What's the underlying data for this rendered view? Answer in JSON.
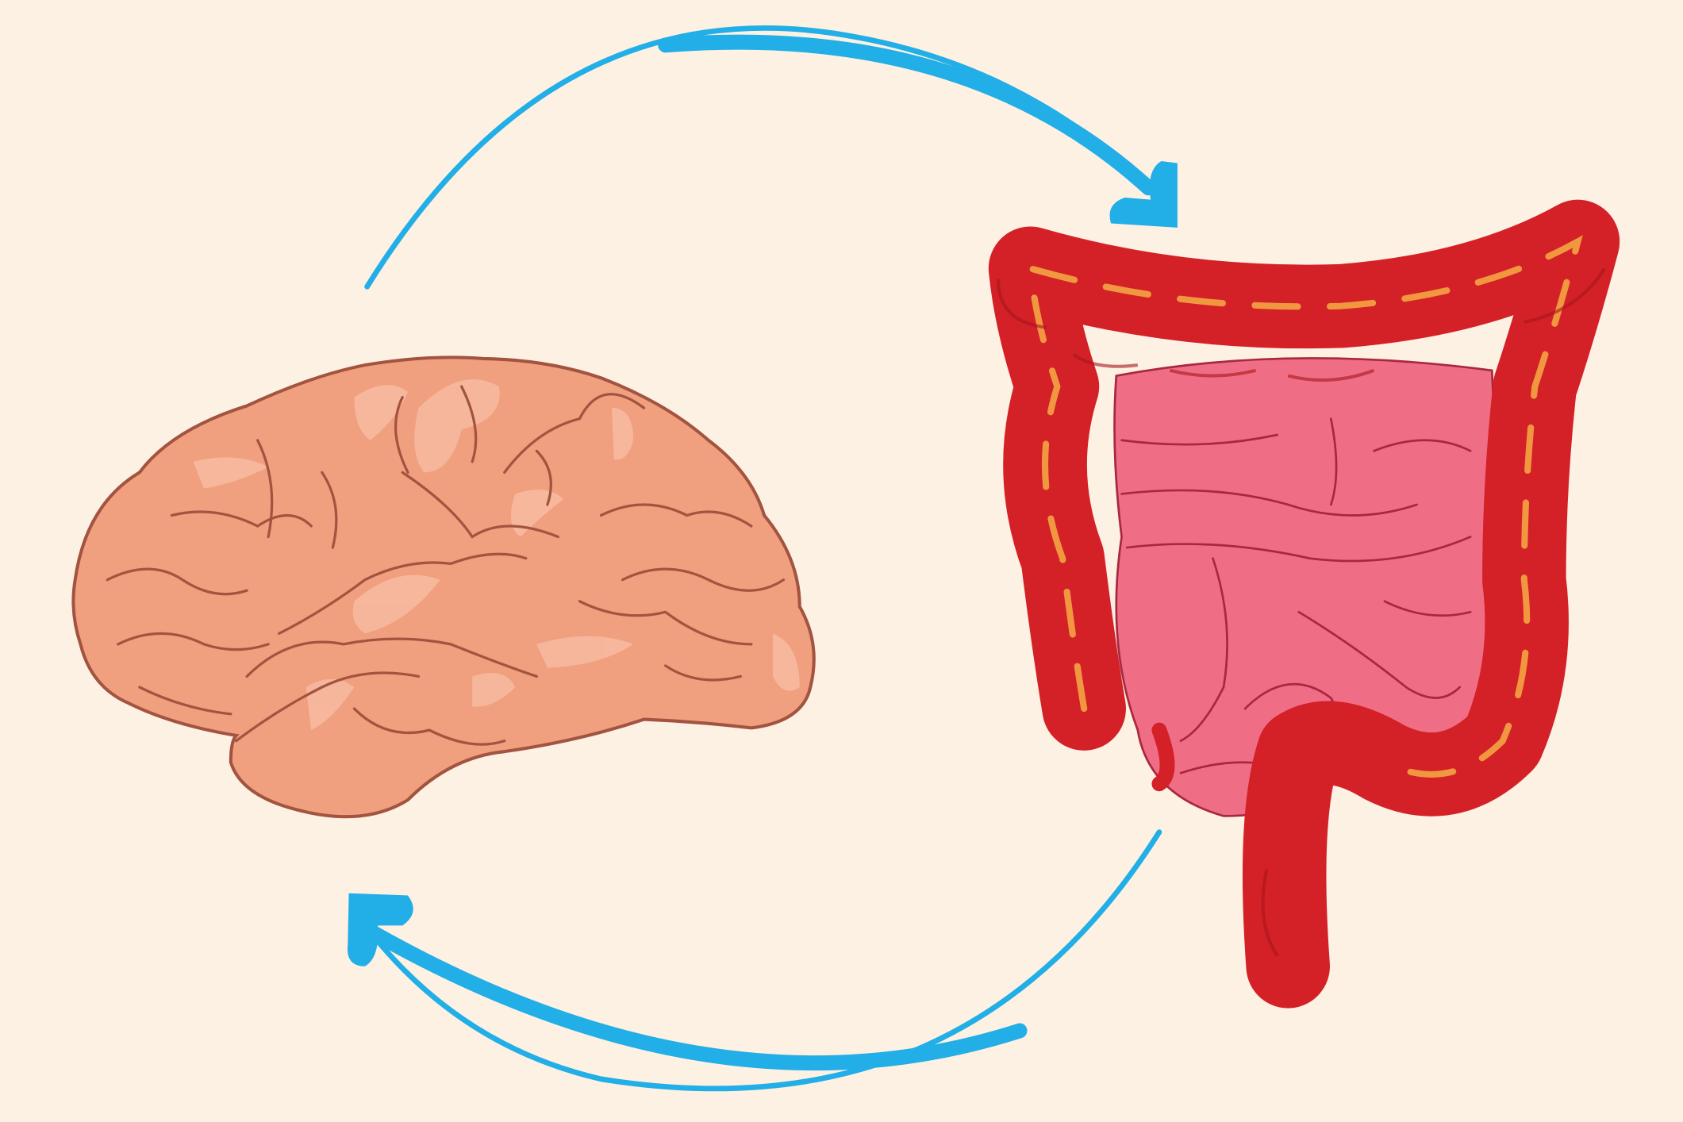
{
  "illustration": {
    "subjects": [
      "brain",
      "intestines"
    ],
    "arrows": [
      "brain-to-gut-arrow",
      "gut-to-brain-arrow"
    ],
    "colors": {
      "background": "#fdf1e3",
      "arrow": "#22aee6",
      "brain_fill": "#f0a07e",
      "brain_highlight": "#f7b9a0",
      "brain_stroke": "#a35441",
      "colon_fill": "#d42027",
      "colon_dark": "#a8161c",
      "colon_fat": "#f4a444",
      "small_intestine_fill": "#f06e85",
      "small_intestine_stroke": "#a8283f"
    }
  }
}
